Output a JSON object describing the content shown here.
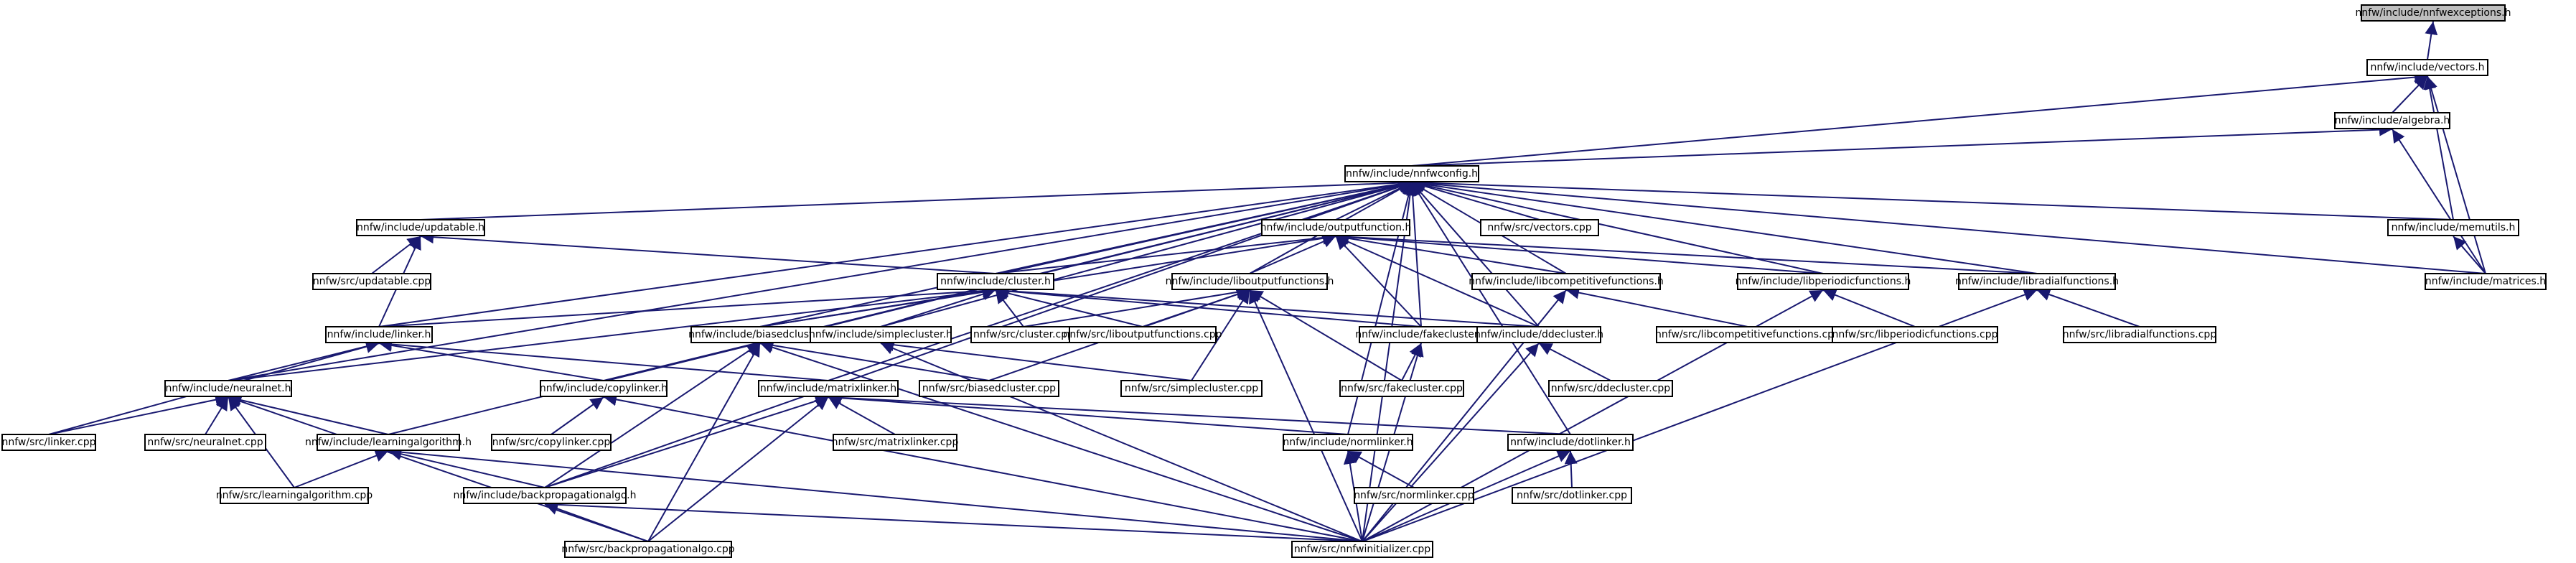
{
  "nodes": [
    {
      "id": "exceptions",
      "label": "nnfw/include/nnfwexceptions.h",
      "root": true
    },
    {
      "id": "vectors",
      "label": "nnfw/include/vectors.h"
    },
    {
      "id": "algebra",
      "label": "nnfw/include/algebra.h"
    },
    {
      "id": "config",
      "label": "nnfw/include/nnfwconfig.h"
    },
    {
      "id": "updatable",
      "label": "nnfw/include/updatable.h"
    },
    {
      "id": "vectorscpp",
      "label": "nnfw/src/vectors.cpp"
    },
    {
      "id": "outputfunction",
      "label": "nnfw/include/outputfunction.h"
    },
    {
      "id": "memutils",
      "label": "nnfw/include/memutils.h"
    },
    {
      "id": "updatablecpp",
      "label": "nnfw/src/updatable.cpp"
    },
    {
      "id": "cluster",
      "label": "nnfw/include/cluster.h"
    },
    {
      "id": "liboutput",
      "label": "nnfw/include/liboutputfunctions.h"
    },
    {
      "id": "libcompet",
      "label": "nnfw/include/libcompetitivefunctions.h"
    },
    {
      "id": "libperiodic",
      "label": "nnfw/include/libperiodicfunctions.h"
    },
    {
      "id": "libradial",
      "label": "nnfw/include/libradialfunctions.h"
    },
    {
      "id": "matrices",
      "label": "nnfw/include/matrices.h"
    },
    {
      "id": "linker",
      "label": "nnfw/include/linker.h"
    },
    {
      "id": "biasedcluster",
      "label": "nnfw/include/biasedcluster.h"
    },
    {
      "id": "simplecluster",
      "label": "nnfw/include/simplecluster.h"
    },
    {
      "id": "clustercpp",
      "label": "nnfw/src/cluster.cpp"
    },
    {
      "id": "liboutputcpp",
      "label": "nnfw/src/liboutputfunctions.cpp"
    },
    {
      "id": "fakecluster",
      "label": "nnfw/include/fakecluster.h"
    },
    {
      "id": "ddecluster",
      "label": "nnfw/include/ddecluster.h"
    },
    {
      "id": "libcompetcpp",
      "label": "nnfw/src/libcompetitivefunctions.cpp"
    },
    {
      "id": "libperiodiccpp",
      "label": "nnfw/src/libperiodicfunctions.cpp"
    },
    {
      "id": "libradialcpp",
      "label": "nnfw/src/libradialfunctions.cpp"
    },
    {
      "id": "neuralnet",
      "label": "nnfw/include/neuralnet.h"
    },
    {
      "id": "copylinker",
      "label": "nnfw/include/copylinker.h"
    },
    {
      "id": "matrixlinker",
      "label": "nnfw/include/matrixlinker.h"
    },
    {
      "id": "biasedclustercpp",
      "label": "nnfw/src/biasedcluster.cpp"
    },
    {
      "id": "simpleclustercpp",
      "label": "nnfw/src/simplecluster.cpp"
    },
    {
      "id": "fakeclustercpp",
      "label": "nnfw/src/fakecluster.cpp"
    },
    {
      "id": "ddeclustercpp",
      "label": "nnfw/src/ddecluster.cpp"
    },
    {
      "id": "linkercpp",
      "label": "nnfw/src/linker.cpp"
    },
    {
      "id": "neuralnetcpp",
      "label": "nnfw/src/neuralnet.cpp"
    },
    {
      "id": "learningalgo",
      "label": "nnfw/include/learningalgorithm.h"
    },
    {
      "id": "copylinkercpp",
      "label": "nnfw/src/copylinker.cpp"
    },
    {
      "id": "matrixlinkercpp",
      "label": "nnfw/src/matrixlinker.cpp"
    },
    {
      "id": "normlinker",
      "label": "nnfw/include/normlinker.h"
    },
    {
      "id": "dotlinker",
      "label": "nnfw/include/dotlinker.h"
    },
    {
      "id": "learningalgocpp",
      "label": "nnfw/src/learningalgorithm.cpp"
    },
    {
      "id": "backprop",
      "label": "nnfw/include/backpropagationalgo.h"
    },
    {
      "id": "normlinkercpp",
      "label": "nnfw/src/normlinker.cpp"
    },
    {
      "id": "dotlinkercpp",
      "label": "nnfw/src/dotlinker.cpp"
    },
    {
      "id": "backpropcpp",
      "label": "nnfw/src/backpropagationalgo.cpp"
    },
    {
      "id": "initializercpp",
      "label": "nnfw/src/nnfwinitializer.cpp"
    }
  ],
  "edges": [
    [
      "exceptions",
      "vectors"
    ],
    [
      "vectors",
      "algebra"
    ],
    [
      "vectors",
      "config"
    ],
    [
      "vectors",
      "memutils"
    ],
    [
      "vectors",
      "matrices"
    ],
    [
      "algebra",
      "config"
    ],
    [
      "algebra",
      "matrices"
    ],
    [
      "config",
      "updatable"
    ],
    [
      "config",
      "vectorscpp"
    ],
    [
      "config",
      "outputfunction"
    ],
    [
      "config",
      "memutils"
    ],
    [
      "config",
      "cluster"
    ],
    [
      "config",
      "liboutput"
    ],
    [
      "config",
      "libcompet"
    ],
    [
      "config",
      "libperiodic"
    ],
    [
      "config",
      "libradial"
    ],
    [
      "config",
      "matrices"
    ],
    [
      "config",
      "linker"
    ],
    [
      "config",
      "biasedcluster"
    ],
    [
      "config",
      "simplecluster"
    ],
    [
      "config",
      "fakecluster"
    ],
    [
      "config",
      "ddecluster"
    ],
    [
      "config",
      "neuralnet"
    ],
    [
      "config",
      "copylinker"
    ],
    [
      "config",
      "matrixlinker"
    ],
    [
      "config",
      "learningalgo"
    ],
    [
      "config",
      "normlinker"
    ],
    [
      "config",
      "dotlinker"
    ],
    [
      "config",
      "backprop"
    ],
    [
      "config",
      "initializercpp"
    ],
    [
      "updatable",
      "updatablecpp"
    ],
    [
      "updatable",
      "cluster"
    ],
    [
      "updatable",
      "linker"
    ],
    [
      "outputfunction",
      "cluster"
    ],
    [
      "outputfunction",
      "liboutput"
    ],
    [
      "outputfunction",
      "libcompet"
    ],
    [
      "outputfunction",
      "libperiodic"
    ],
    [
      "outputfunction",
      "libradial"
    ],
    [
      "outputfunction",
      "biasedcluster"
    ],
    [
      "outputfunction",
      "fakecluster"
    ],
    [
      "outputfunction",
      "ddecluster"
    ],
    [
      "memutils",
      "matrices"
    ],
    [
      "cluster",
      "linker"
    ],
    [
      "cluster",
      "biasedcluster"
    ],
    [
      "cluster",
      "simplecluster"
    ],
    [
      "cluster",
      "clustercpp"
    ],
    [
      "cluster",
      "liboutputcpp"
    ],
    [
      "cluster",
      "fakecluster"
    ],
    [
      "cluster",
      "ddecluster"
    ],
    [
      "cluster",
      "neuralnet"
    ],
    [
      "liboutput",
      "clustercpp"
    ],
    [
      "liboutput",
      "liboutputcpp"
    ],
    [
      "liboutput",
      "biasedclustercpp"
    ],
    [
      "liboutput",
      "simpleclustercpp"
    ],
    [
      "liboutput",
      "fakeclustercpp"
    ],
    [
      "liboutput",
      "initializercpp"
    ],
    [
      "libcompet",
      "libcompetcpp"
    ],
    [
      "libcompet",
      "initializercpp"
    ],
    [
      "libperiodic",
      "libperiodiccpp"
    ],
    [
      "libperiodic",
      "initializercpp"
    ],
    [
      "libradial",
      "libradialcpp"
    ],
    [
      "libradial",
      "initializercpp"
    ],
    [
      "linker",
      "linkercpp"
    ],
    [
      "linker",
      "neuralnet"
    ],
    [
      "linker",
      "copylinker"
    ],
    [
      "linker",
      "matrixlinker"
    ],
    [
      "biasedcluster",
      "biasedclustercpp"
    ],
    [
      "biasedcluster",
      "backprop"
    ],
    [
      "biasedcluster",
      "backpropcpp"
    ],
    [
      "biasedcluster",
      "initializercpp"
    ],
    [
      "simplecluster",
      "simpleclustercpp"
    ],
    [
      "simplecluster",
      "initializercpp"
    ],
    [
      "fakecluster",
      "fakeclustercpp"
    ],
    [
      "fakecluster",
      "initializercpp"
    ],
    [
      "ddecluster",
      "ddeclustercpp"
    ],
    [
      "ddecluster",
      "initializercpp"
    ],
    [
      "neuralnet",
      "linkercpp"
    ],
    [
      "neuralnet",
      "neuralnetcpp"
    ],
    [
      "neuralnet",
      "learningalgo"
    ],
    [
      "neuralnet",
      "learningalgocpp"
    ],
    [
      "neuralnet",
      "backpropcpp"
    ],
    [
      "copylinker",
      "copylinkercpp"
    ],
    [
      "copylinker",
      "initializercpp"
    ],
    [
      "matrixlinker",
      "matrixlinkercpp"
    ],
    [
      "matrixlinker",
      "normlinker"
    ],
    [
      "matrixlinker",
      "dotlinker"
    ],
    [
      "matrixlinker",
      "backprop"
    ],
    [
      "matrixlinker",
      "backpropcpp"
    ],
    [
      "learningalgo",
      "learningalgocpp"
    ],
    [
      "learningalgo",
      "backprop"
    ],
    [
      "learningalgo",
      "initializercpp"
    ],
    [
      "normlinker",
      "normlinkercpp"
    ],
    [
      "normlinker",
      "initializercpp"
    ],
    [
      "dotlinker",
      "dotlinkercpp"
    ],
    [
      "dotlinker",
      "initializercpp"
    ],
    [
      "backprop",
      "backpropcpp"
    ],
    [
      "backprop",
      "initializercpp"
    ]
  ],
  "colors": {
    "edge": "#191970",
    "root_fill": "#bfbfbf",
    "node_fill": "#ffffff",
    "border": "#000000"
  }
}
